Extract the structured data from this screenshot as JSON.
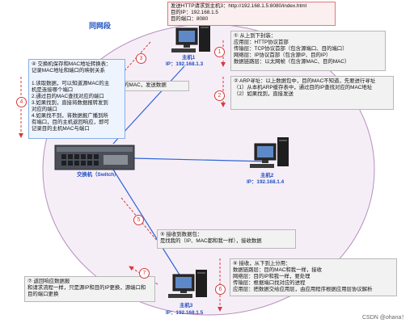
{
  "top_note": "发送HTTP请求到主机3：http://192.168.1.5:8080/index.html\n目的IP：192.168.1.5\n目的端口：8080",
  "segment_title": "同网段",
  "host1": {
    "name": "主机1",
    "ip": "IP：192.168.1.3"
  },
  "host2": {
    "name": "主机2",
    "ip": "IP：192.168.1.4"
  },
  "host3": {
    "name": "主机3",
    "ip": "IP：192.168.1.5"
  },
  "switch_label": "交换机（Switch）",
  "step1_text": "① 从上到下封装：\n应用层：HTTP协议首部\n传输层：TCP协议首部（包含源端口、目的端口）\n网络层：IP协议首部（包含源IP、目的IP）\n数据链路层：以太网帧（包含源MAC、目的MAC）",
  "step2_text": "② ARP寻址：以上数据包中，目的MAC不知道，先要进行寻址\n（1）从本机ARP缓存表中，通过目的IP查找对应的MAC地址\n（2）如果找到，直接发送",
  "step3_text": "找到目的MAC，发送数据",
  "step4_text": "④ 交换机保存和MAC地址转换表：\n记录MAC地址和端口的映射关系\n\n1.读取数据，可以知道源MAC的主\n机是连接哪个端口\n2.通过目的MAC查找对应的端口\n3.如果找到，直接将数据报转发到\n对应的端口\n4.如果找不到，将数据报广播到所\n有端口，目的主机返回响应，即可\n记录目的主机MAC与端口",
  "step5_text": "⑤ 接收到数据包：\n是找我的（IP、MAC都和我一样），接收数据",
  "step6_text": "⑥ 接收，从下到上分用：\n数据链路层：目的MAC和我一样，接收\n网络层：目的IP和我一样，要处理\n传输层：根据端口找对应的进程\n应用层：把数据交给应用层，由应用程序根据应用层协议解析",
  "step7_text": "⑦ 返回响应数据报\n和请求流程一样，只是源IP和目的IP更换，源端口和\n目的端口更换",
  "markers": {
    "n1": "1",
    "n2": "2",
    "n3": "3",
    "n4": "4",
    "n5": "5",
    "n6": "6",
    "n7": "7"
  },
  "watermark": "CSDN @ohana！"
}
